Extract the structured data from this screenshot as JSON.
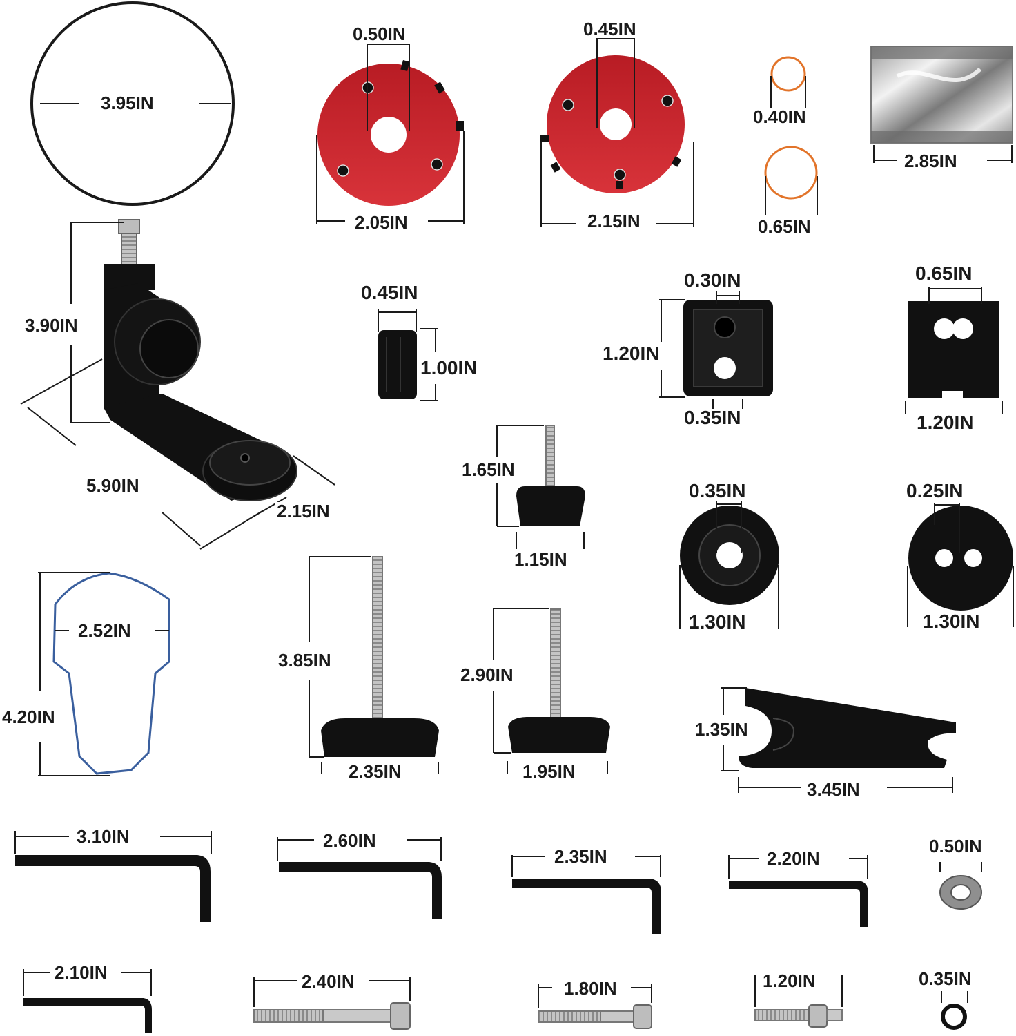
{
  "colors": {
    "background": "#ffffff",
    "dimension_line": "#1a1a1a",
    "part_black": "#111111",
    "adhesive_red": "#c9252c",
    "o_ring_orange": "#e2742a",
    "outline_blue": "#3a5f9e",
    "steel": "#b9b9b9"
  },
  "icons": {
    "large_o_ring": "o-ring-icon",
    "red_pad_3_screws": "adhesive-pad-icon",
    "red_pad_4_screws": "adhesive-pad-icon",
    "small_o_rings": "o-ring-icon",
    "grease_packet": "grease-packet-icon",
    "bracket": "mounting-bracket-icon",
    "spacer": "spacer-icon",
    "square_mount": "square-mount-icon",
    "shim": "shim-icon",
    "thumb_screws": "thumb-screw-icon",
    "round_mounts": "round-mount-icon",
    "gasket": "gasket-outline-icon",
    "wrench": "spanner-wrench-icon",
    "hex_keys": "hex-key-icon",
    "washer": "washer-icon",
    "bolts": "socket-bolt-icon"
  },
  "dimensions": {
    "o_ring_diameter": "3.95IN",
    "pad_a_hole": "0.50IN",
    "pad_a_width": "2.05IN",
    "pad_b_hole": "0.45IN",
    "pad_b_width": "2.15IN",
    "small_o_ring_a": "0.40IN",
    "small_o_ring_b": "0.65IN",
    "packet_width": "2.85IN",
    "bracket_height": "3.90IN",
    "bracket_length": "5.90IN",
    "bracket_width": "2.15IN",
    "spacer_width": "0.45IN",
    "spacer_height": "1.00IN",
    "square_mount_top": "0.30IN",
    "square_mount_height": "1.20IN",
    "square_mount_bottom": "0.35IN",
    "shim_slot": "0.65IN",
    "shim_width": "1.20IN",
    "thumb_screw_small_height": "1.65IN",
    "thumb_screw_small_width": "1.15IN",
    "round_mount_a_hole": "0.35IN",
    "round_mount_a_width": "1.30IN",
    "round_mount_b_hole": "0.25IN",
    "round_mount_b_width": "1.30IN",
    "gasket_width": "2.52IN",
    "gasket_height": "4.20IN",
    "thumb_screw_large_height": "3.85IN",
    "thumb_screw_large_width": "2.35IN",
    "thumb_screw_medium_height": "2.90IN",
    "thumb_screw_medium_width": "1.95IN",
    "wrench_height": "1.35IN",
    "wrench_length": "3.45IN",
    "hex_key_1": "3.10IN",
    "hex_key_2": "2.60IN",
    "hex_key_3": "2.35IN",
    "hex_key_4": "2.20IN",
    "washer": "0.50IN",
    "hex_key_5": "2.10IN",
    "bolt_1": "2.40IN",
    "bolt_2": "1.80IN",
    "bolt_3": "1.20IN",
    "small_ring": "0.35IN"
  }
}
